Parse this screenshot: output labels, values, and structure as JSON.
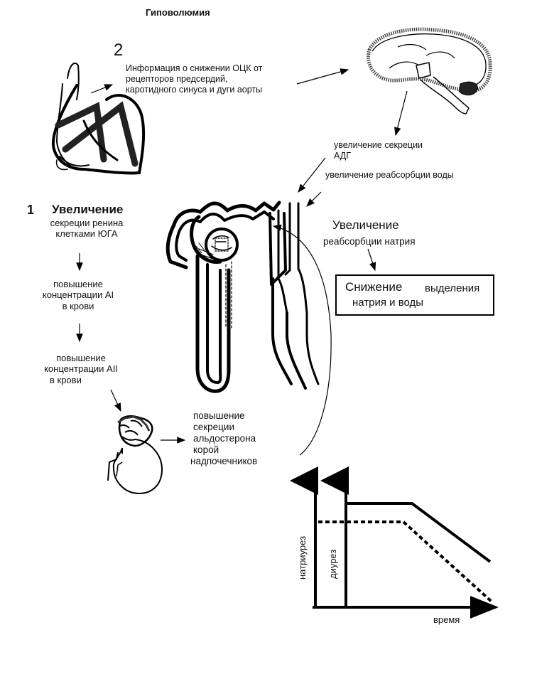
{
  "title": "Гиповолюмия",
  "step2": {
    "number": "2",
    "info_lines": [
      "Информация о снижении ОЦК от",
      "рецепторов предсердий,",
      "каротидного синуса и дуги аорты"
    ]
  },
  "adh": {
    "secretion_line1": "увеличение  секреции",
    "secretion_line2": "АДГ",
    "water_reabsorption": "увеличение   реабсорбции воды"
  },
  "step1": {
    "number": "1",
    "heading": "Увеличение",
    "lines": [
      "секреции ренина",
      "клетками ЮГА"
    ]
  },
  "a1": [
    "повышение",
    "концентрации AI",
    "в крови"
  ],
  "a2": [
    "повышение",
    "концентрации AII",
    "в крови"
  ],
  "aldosterone": [
    "повышение",
    "секреции",
    "альдостерона",
    "корой",
    "надпочечников"
  ],
  "sodium": {
    "heading": "Увеличение",
    "line": "реабсорбции натрия"
  },
  "result_box": {
    "word1": "Снижение",
    "word2": "выделения",
    "line2": "натрия и воды"
  },
  "graph": {
    "y_label_outer": "натриурез",
    "y_label_inner": "диурез",
    "x_label": "время"
  }
}
